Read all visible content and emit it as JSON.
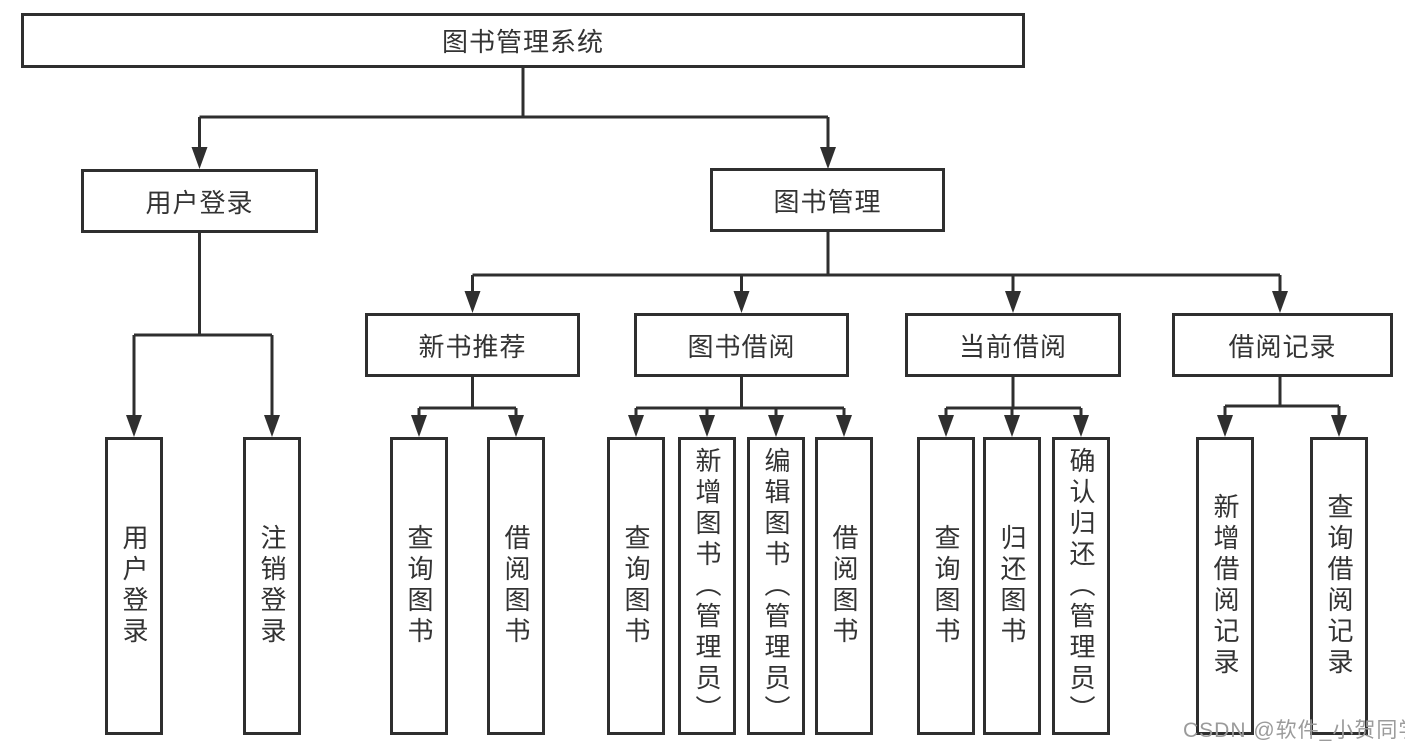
{
  "colors": {
    "line": "#2f2f2f",
    "text": "#333333",
    "background": "#ffffff",
    "watermark": "#9b9b9b"
  },
  "watermark": "CSDN @软件_小贺同学",
  "tree": {
    "label": "图书管理系统",
    "children": [
      {
        "label": "用户登录",
        "children": [
          {
            "label": "用户登录"
          },
          {
            "label": "注销登录"
          }
        ]
      },
      {
        "label": "图书管理",
        "children": [
          {
            "label": "新书推荐",
            "children": [
              {
                "label": "查询图书"
              },
              {
                "label": "借阅图书"
              }
            ]
          },
          {
            "label": "图书借阅",
            "children": [
              {
                "label": "查询图书"
              },
              {
                "label": "新增图书（管理员）"
              },
              {
                "label": "编辑图书（管理员）"
              },
              {
                "label": "借阅图书"
              }
            ]
          },
          {
            "label": "当前借阅",
            "children": [
              {
                "label": "查询图书"
              },
              {
                "label": "归还图书"
              },
              {
                "label": "确认归还（管理员）"
              }
            ]
          },
          {
            "label": "借阅记录",
            "children": [
              {
                "label": "新增借阅记录"
              },
              {
                "label": "查询借阅记录"
              }
            ]
          }
        ]
      }
    ]
  }
}
